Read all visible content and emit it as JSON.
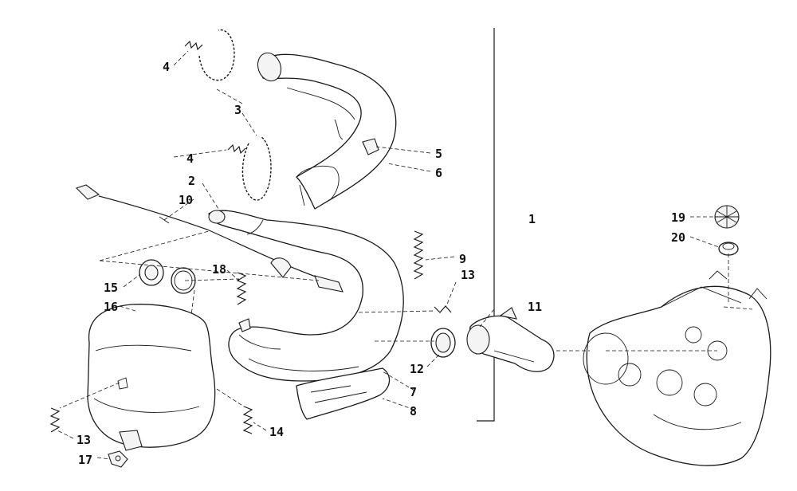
{
  "callouts": {
    "c1": "1",
    "c2": "2",
    "c3": "3",
    "c4a": "4",
    "c4b": "4",
    "c5": "5",
    "c6": "6",
    "c7": "7",
    "c8": "8",
    "c9": "9",
    "c10": "10",
    "c11": "11",
    "c12": "12",
    "c13a": "13",
    "c13b": "13",
    "c14": "14",
    "c15": "15",
    "c16": "16",
    "c17": "17",
    "c18": "18",
    "c19": "19",
    "c20": "20"
  }
}
